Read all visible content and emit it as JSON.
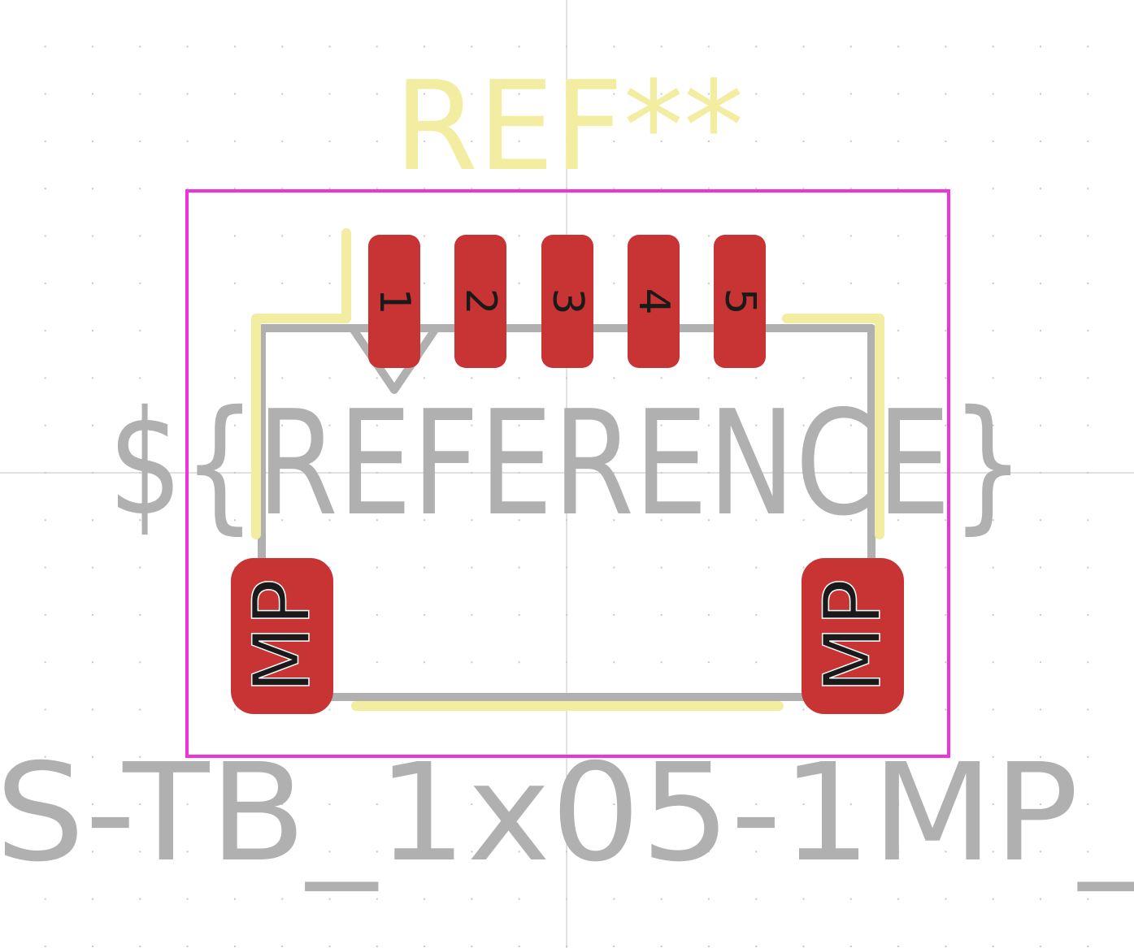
{
  "footprint": {
    "ref_label": "REF**",
    "fab_reference": "${REFERENCE}",
    "value_label": "S-TB_1x05-1MP_",
    "pads": [
      {
        "number": "1"
      },
      {
        "number": "2"
      },
      {
        "number": "3"
      },
      {
        "number": "4"
      },
      {
        "number": "5"
      }
    ],
    "mounting_pads": [
      {
        "label": "MP"
      },
      {
        "label": "MP"
      }
    ]
  },
  "colors": {
    "background": "#ffffff",
    "grid": "#c8c8c8",
    "silkscreen": "#f2eda1",
    "fab": "#b0b0b0",
    "courtyard": "#ee33dd",
    "pad": "#c83434",
    "pad_text": "#1a1a1a"
  }
}
